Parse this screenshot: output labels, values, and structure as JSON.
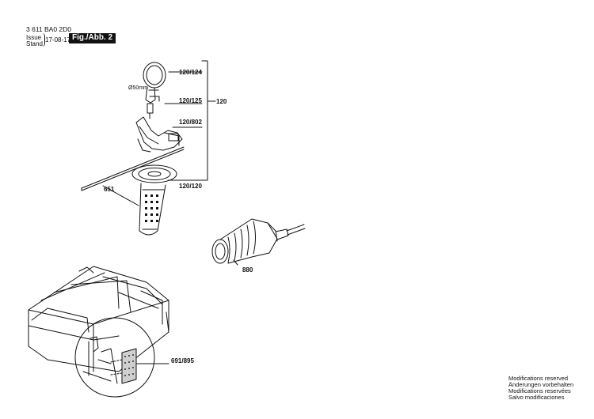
{
  "header": {
    "doc_number": "3 611 BA0 2D0",
    "issue_label": "Issue",
    "stand_label": "Stand",
    "issue_date": "17-08-17",
    "figure_label": "Fig./Abb. 2"
  },
  "callouts": {
    "p120_124": "120/124",
    "p120_125": "120/125",
    "p120": "120",
    "p120_802": "120/802",
    "p120_120": "120/120",
    "p651": "651",
    "p880": "880",
    "p691_895": "691/895",
    "diameter": "Ø50mm"
  },
  "notes": [
    "Modifications reserved",
    "Änderungen vorbehalten",
    "Modifications reservées",
    "Salvo modificaciones"
  ]
}
